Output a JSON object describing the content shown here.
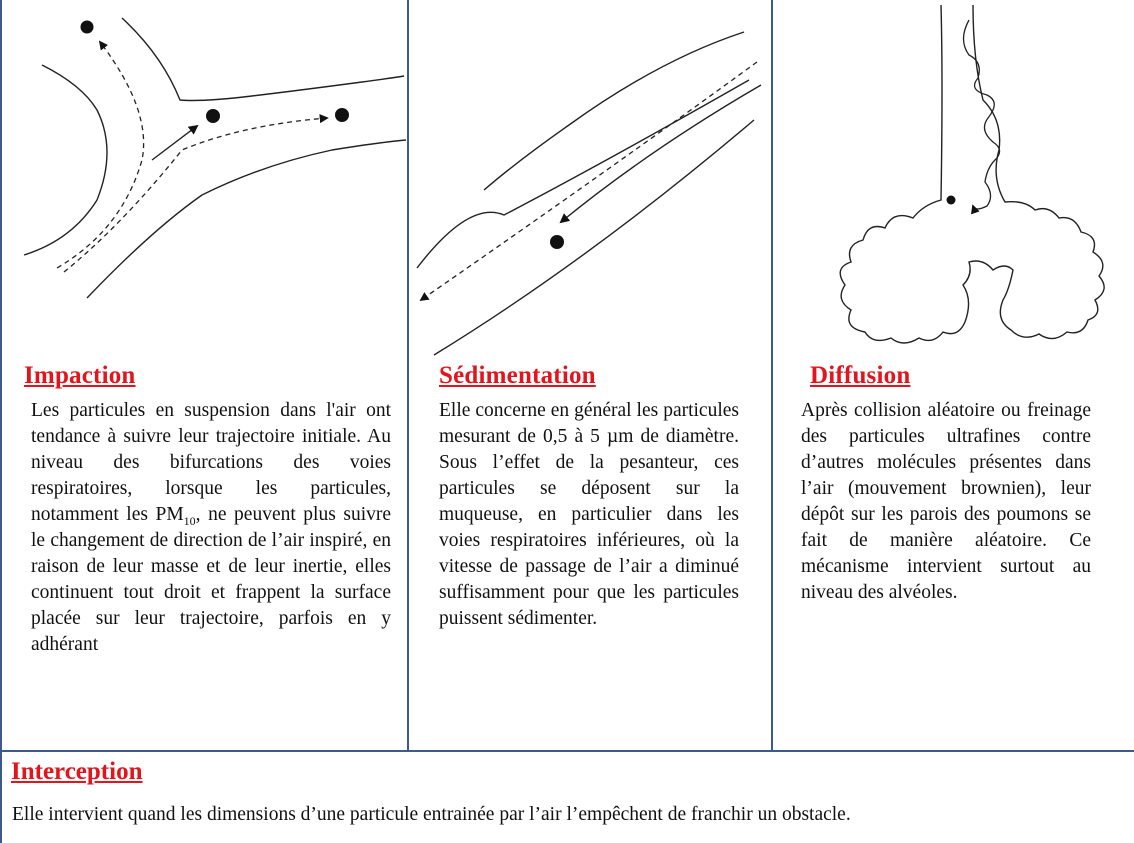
{
  "panels": [
    {
      "title": "Impaction",
      "body_before_sub": "Les particules en suspension dans l'air ont tendance à suivre leur trajectoire initiale. Au niveau des bifurcations des voies respiratoires, lorsque les particules, notamment les PM",
      "body_sub": "10",
      "body_after_sub": ", ne peuvent plus suivre le changement de direction de l’air inspiré, en raison de leur masse et de leur inertie, elles continuent tout droit et frappent la surface placée sur leur trajectoire, parfois en y adhérant"
    },
    {
      "title": "Sédimentation",
      "body": "Elle concerne en général les particules mesurant de 0,5 à 5 µm de diamètre. Sous l’effet de la pesanteur, ces particules se déposent sur la muqueuse, en particulier dans les voies respiratoires inférieures, où la vitesse de passage de l’air a diminué suffisamment pour que les particules puissent sédimenter."
    },
    {
      "title": "Diffusion",
      "body": "Après collision aléatoire ou freinage des particules ultrafines contre d’autres molécules présentes dans l’air (mouvement brownien), leur dépôt sur les parois des poumons se fait de manière aléatoire. Ce mécanisme intervient surtout au niveau des alvéoles."
    }
  ],
  "interception": {
    "title": "Interception",
    "body": "Elle intervient quand les dimensions d’une particule entrainée par l’air l’empêchent de franchir un obstacle."
  },
  "colors": {
    "border": "#3c5a8c",
    "heading": "#e3141b",
    "text": "#111111"
  }
}
